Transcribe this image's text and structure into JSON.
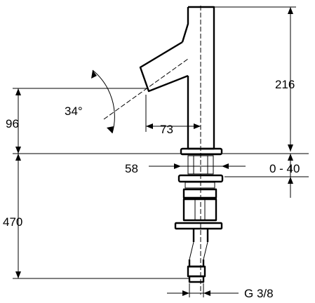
{
  "dimensions": {
    "spout_angle": "34°",
    "spout_reach": "73",
    "body_height": "216",
    "spout_height": "96",
    "base_diameter": "58",
    "deck_thickness": "0 - 40",
    "hose_length": "470",
    "connection_thread": "G 3/8"
  }
}
